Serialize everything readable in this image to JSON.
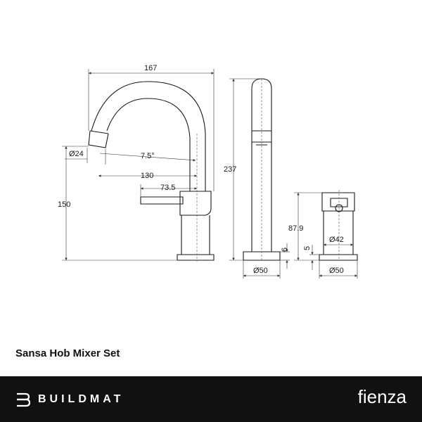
{
  "product": {
    "title": "Sansa Hob Mixer Set"
  },
  "dimensions": {
    "spout_reach": "167",
    "outlet_diameter": "Ø24",
    "outlet_angle": "7.5°",
    "outlet_to_centre": "130",
    "lever_length": "73.5",
    "outlet_height": "150",
    "overall_height": "237",
    "plate_thickness": "6",
    "base_diameter": "Ø50",
    "mixer_height": "87.9",
    "body_diameter": "Ø42",
    "mixer_plate_thickness": "5",
    "mixer_base_diameter": "Ø50"
  },
  "footer": {
    "brand_mark": "BUILDMAT",
    "brand_icon": "buildmat-b-icon",
    "partner": "fienza"
  },
  "colors": {
    "footer_bg": "#111111",
    "footer_text": "#ffffff",
    "line": "#1a1a1a"
  }
}
